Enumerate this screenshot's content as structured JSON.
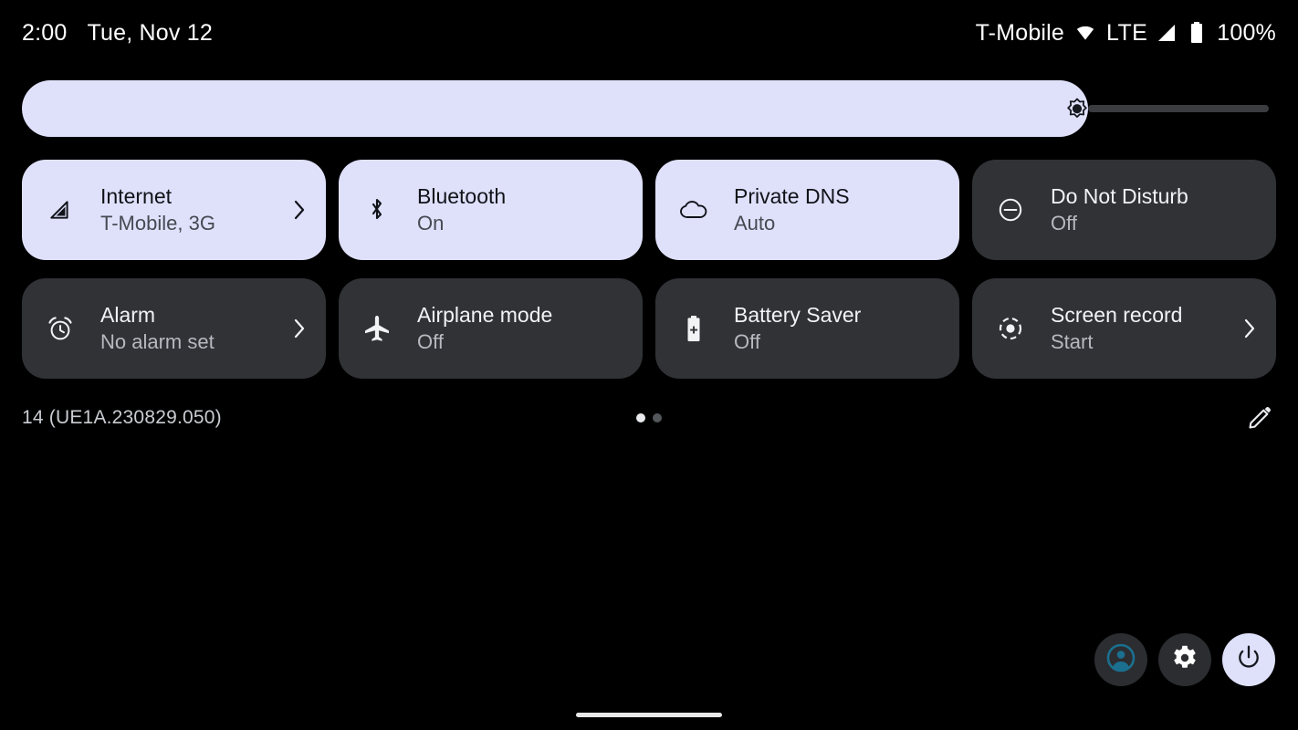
{
  "status_bar": {
    "time": "2:00",
    "date": "Tue, Nov 12",
    "carrier": "T-Mobile",
    "network_type": "LTE",
    "battery_percent": "100%",
    "icons": [
      "wifi-icon",
      "signal-icon",
      "battery-icon"
    ]
  },
  "brightness": {
    "name": "brightness-slider",
    "icon": "brightness-sun-icon",
    "value_percent": 85,
    "fill_color": "#dfe1fb",
    "track_color": "#3a3c40"
  },
  "tiles": [
    {
      "id": "internet",
      "icon": "signal-cellular-icon",
      "title": "Internet",
      "subtitle": "T-Mobile, 3G",
      "state": "on",
      "chevron": true
    },
    {
      "id": "bluetooth",
      "icon": "bluetooth-icon",
      "title": "Bluetooth",
      "subtitle": "On",
      "state": "on",
      "chevron": false
    },
    {
      "id": "private-dns",
      "icon": "cloud-icon",
      "title": "Private DNS",
      "subtitle": "Auto",
      "state": "on",
      "chevron": false
    },
    {
      "id": "do-not-disturb",
      "icon": "do-not-disturb-icon",
      "title": "Do Not Disturb",
      "subtitle": "Off",
      "state": "off",
      "chevron": false
    },
    {
      "id": "alarm",
      "icon": "alarm-clock-icon",
      "title": "Alarm",
      "subtitle": "No alarm set",
      "state": "off",
      "chevron": true
    },
    {
      "id": "airplane-mode",
      "icon": "airplane-icon",
      "title": "Airplane mode",
      "subtitle": "Off",
      "state": "off",
      "chevron": false
    },
    {
      "id": "battery-saver",
      "icon": "battery-saver-icon",
      "title": "Battery Saver",
      "subtitle": "Off",
      "state": "off",
      "chevron": false
    },
    {
      "id": "screen-record",
      "icon": "screen-record-icon",
      "title": "Screen record",
      "subtitle": "Start",
      "state": "off",
      "chevron": true
    }
  ],
  "footer": {
    "build_label": "14 (UE1A.230829.050)",
    "page_dots": {
      "total": 2,
      "active_index": 0
    },
    "edit_icon": "pencil-edit-icon"
  },
  "actions": [
    {
      "id": "user-switcher",
      "icon": "user-avatar-icon",
      "style": "dark",
      "accent": "#1b6f8f"
    },
    {
      "id": "settings",
      "icon": "gear-icon",
      "style": "dark",
      "accent": "#ffffff"
    },
    {
      "id": "power",
      "icon": "power-icon",
      "style": "light",
      "accent": "#15181d"
    }
  ],
  "colors": {
    "background": "#000000",
    "tile_on": "#dfe1fb",
    "tile_off": "#303236",
    "text_on_light": "#101318",
    "text_on_dark": "#f2f3f5"
  }
}
